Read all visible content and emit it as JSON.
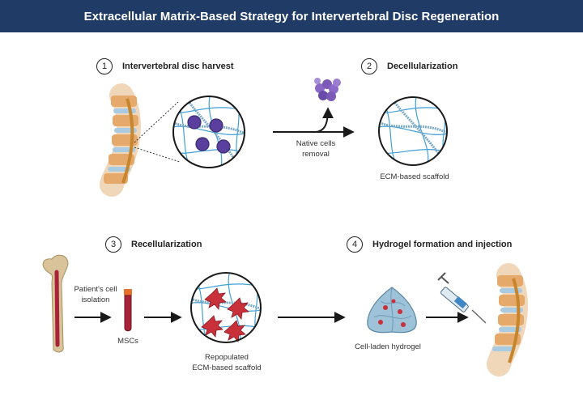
{
  "title": "Extracellular Matrix-Based Strategy for Intervertebral Disc Regeneration",
  "steps": [
    {
      "number": "1",
      "title": "Intervertebral disc harvest"
    },
    {
      "number": "2",
      "title": "Decellularization"
    },
    {
      "number": "3",
      "title": "Recellularization"
    },
    {
      "number": "4",
      "title": "Hydrogel formation and injection"
    }
  ],
  "labels": {
    "native_cells_line1": "Native cells",
    "native_cells_line2": "removal",
    "ecm_scaffold": "ECM-based scaffold",
    "patient_cell_line1": "Patient's cell",
    "patient_cell_line2": "isolation",
    "mscs": "MSCs",
    "repopulated_line1": "Repopulated",
    "repopulated_line2": "ECM-based scaffold",
    "cell_laden_hydrogel": "Cell-laden hydrogel"
  },
  "colors": {
    "header": "#1f3b66",
    "fiber_blue": "#3f9fd6",
    "native_cell": "#5b3f9e",
    "msc_cell": "#c8303a",
    "spine_orange": "#e5a96b",
    "disc_blue": "#a9cbe2",
    "bone": "#d8c39a",
    "marrow": "#a8223a",
    "hydrogel": "#9ec3d8"
  }
}
